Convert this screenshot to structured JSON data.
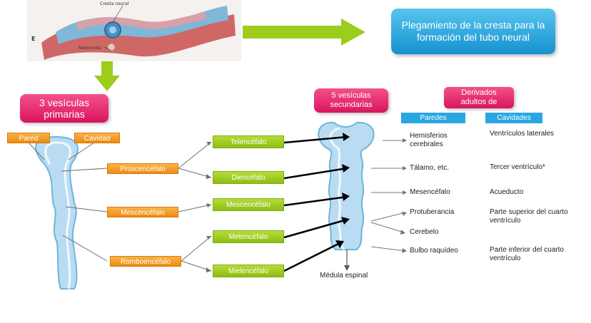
{
  "illustration": {
    "label_cresta": "Cresta neural",
    "label_notocorda": "Notocorda",
    "label_e": "E"
  },
  "title_box": "Plegamiento de la cresta para la formación del tubo neural",
  "primary": {
    "title_line1": "3 vesículas",
    "title_line2": "primarias",
    "pared": "Pared",
    "cavidad": "Cavidad",
    "regions": [
      "Proscencéfalo",
      "Mescencéfalo",
      "Romboencéfalo"
    ]
  },
  "secondary_labels": [
    "Telencéfalo",
    "Diencéfalo",
    "Mescencéfalo",
    "Metencéfalo",
    "Mielencéfalo"
  ],
  "secondary_panel": {
    "title_line1": "5 vesículas",
    "title_line2": "secundarias",
    "derivados_line1": "Derivados",
    "derivados_line2": "adultos de",
    "col_paredes": "Paredes",
    "col_cavidades": "Cavidades",
    "walls": [
      "Hemisferios cerebrales",
      "Tálamo, etc.",
      "Mesencéfalo",
      "Protuberancia",
      "Cerebelo",
      "Bulbo raquídeo"
    ],
    "cavities": [
      "Ventrículos laterales",
      "Tercer ventrículo*",
      "Acueducto",
      "Parte superior del cuarto ventrículo",
      "Parte inferior del cuarto ventrículo"
    ],
    "spinal": "Médula espinal"
  },
  "colors": {
    "arrow_green": "#9ccc1c",
    "tube_blue": "#b9dcf2",
    "tube_outline": "#6fb3df"
  }
}
